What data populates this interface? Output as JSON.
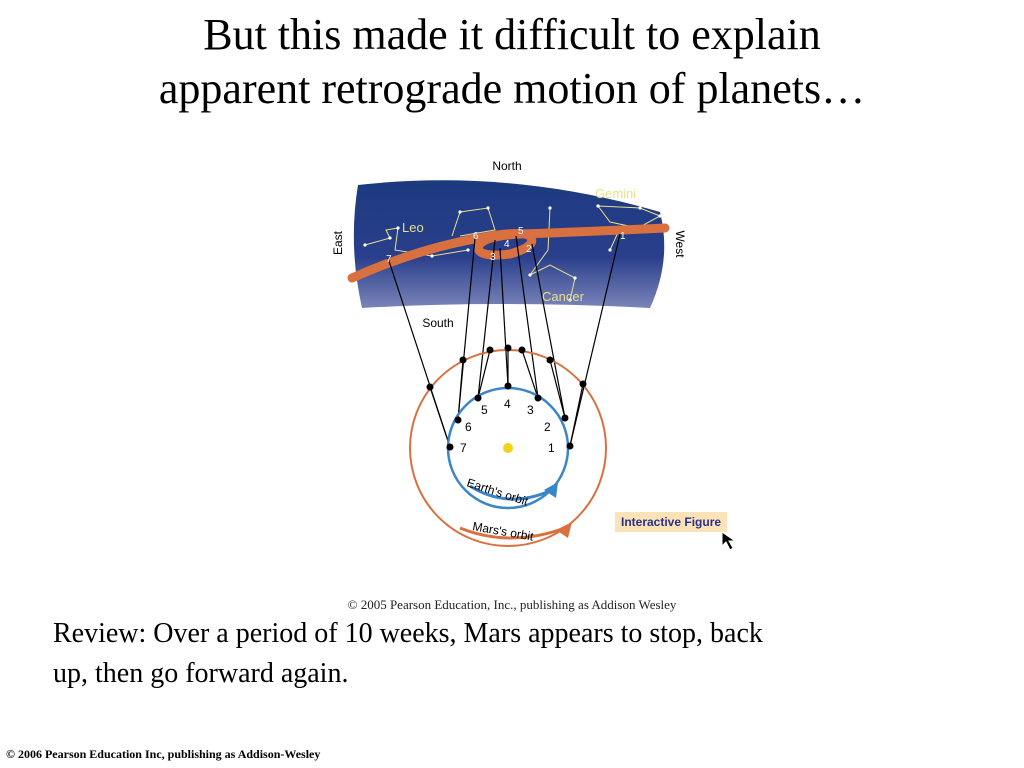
{
  "slide": {
    "title_line1": "But this made it difficult to explain",
    "title_line2": "apparent retrograde motion of planets…",
    "figure_copyright": "© 2005 Pearson Education, Inc., publishing as Addison Wesley",
    "body_line1": "Review: Over a period of 10 weeks, Mars appears to stop, back",
    "body_line2": "up, then go forward again.",
    "footer": "© 2006 Pearson Education Inc, publishing as Addison-Wesley"
  },
  "figure": {
    "directions": {
      "north": "North",
      "south": "South",
      "east": "East",
      "west": "West"
    },
    "constellations": {
      "gemini": "Gemini",
      "leo": "Leo",
      "cancer": "Cancer"
    },
    "sky_points": [
      "1",
      "2",
      "3",
      "4",
      "5",
      "6",
      "7"
    ],
    "earth_points": [
      "1",
      "2",
      "3",
      "4",
      "5",
      "6",
      "7"
    ],
    "earth_orbit_label": "Earth's orbit",
    "mars_orbit_label": "Mars's orbit",
    "interactive_label": "Interactive Figure",
    "colors": {
      "sky": "#1f3a7a",
      "path": "#d9703f",
      "earth_orbit": "#3a86c8",
      "mars_orbit": "#d9703f",
      "sun": "#f2d21a",
      "stars": "#e8e08a"
    }
  }
}
